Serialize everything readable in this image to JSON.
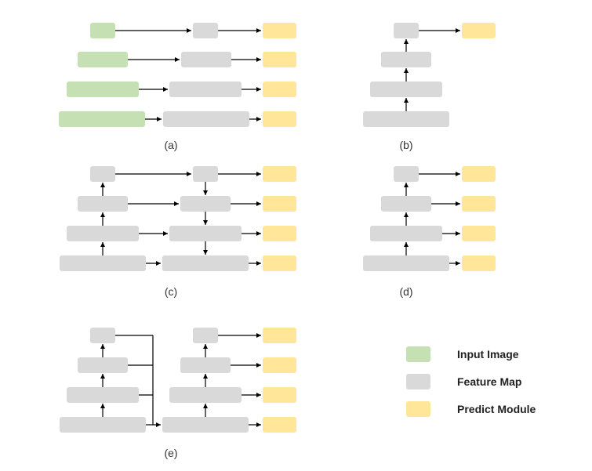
{
  "captions": {
    "a": "(a)",
    "b": "(b)",
    "c": "(c)",
    "d": "(d)",
    "e": "(e)"
  },
  "legend": [
    {
      "label": "Input Image",
      "color": "#c5e0b3"
    },
    {
      "label": "Feature Map",
      "color": "#d9d9d9"
    },
    {
      "label": "Predict Module",
      "color": "#ffe699"
    }
  ],
  "colors": {
    "input": "#c5e0b3",
    "feature": "#d9d9d9",
    "predict": "#ffe699",
    "line": "#000000"
  }
}
